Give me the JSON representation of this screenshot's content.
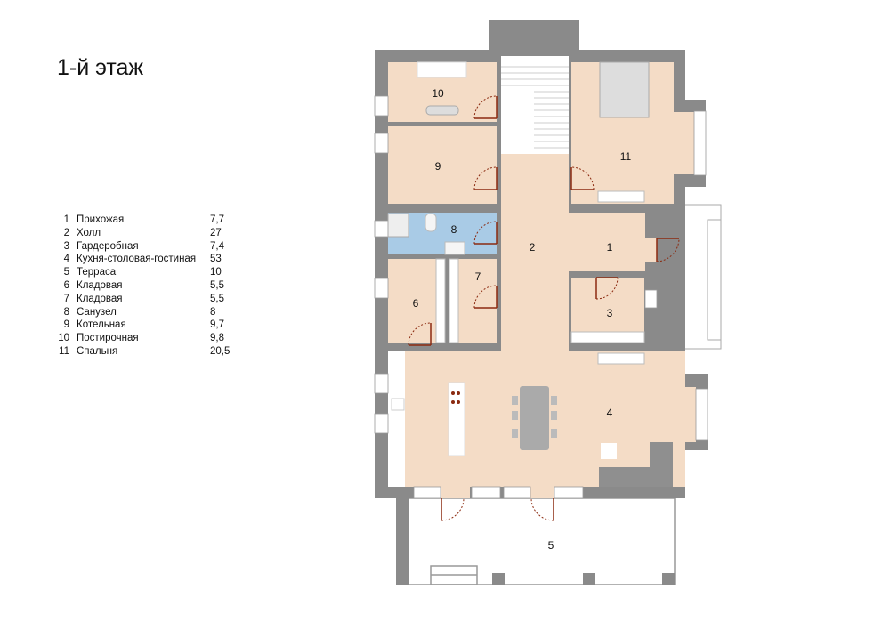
{
  "title": "1-й этаж",
  "rooms": [
    {
      "number": "1",
      "name": "Прихожая",
      "area": "7,7"
    },
    {
      "number": "2",
      "name": "Холл",
      "area": "27"
    },
    {
      "number": "3",
      "name": "Гардеробная",
      "area": "7,4"
    },
    {
      "number": "4",
      "name": "Кухня-столовая-гостиная",
      "area": "53"
    },
    {
      "number": "5",
      "name": "Терраса",
      "area": "10"
    },
    {
      "number": "6",
      "name": "Кладовая",
      "area": "5,5"
    },
    {
      "number": "7",
      "name": "Кладовая",
      "area": "5,5"
    },
    {
      "number": "8",
      "name": "Санузел",
      "area": "8"
    },
    {
      "number": "9",
      "name": "Котельная",
      "area": "9,7"
    },
    {
      "number": "10",
      "name": "Постирочная",
      "area": "9,8"
    },
    {
      "number": "11",
      "name": "Спальня",
      "area": "20,5"
    }
  ],
  "colors": {
    "wall": "#8a8a8a",
    "floor": "#f4dcc6",
    "bath": "#a9cbe6",
    "door": "#8b2a10"
  }
}
